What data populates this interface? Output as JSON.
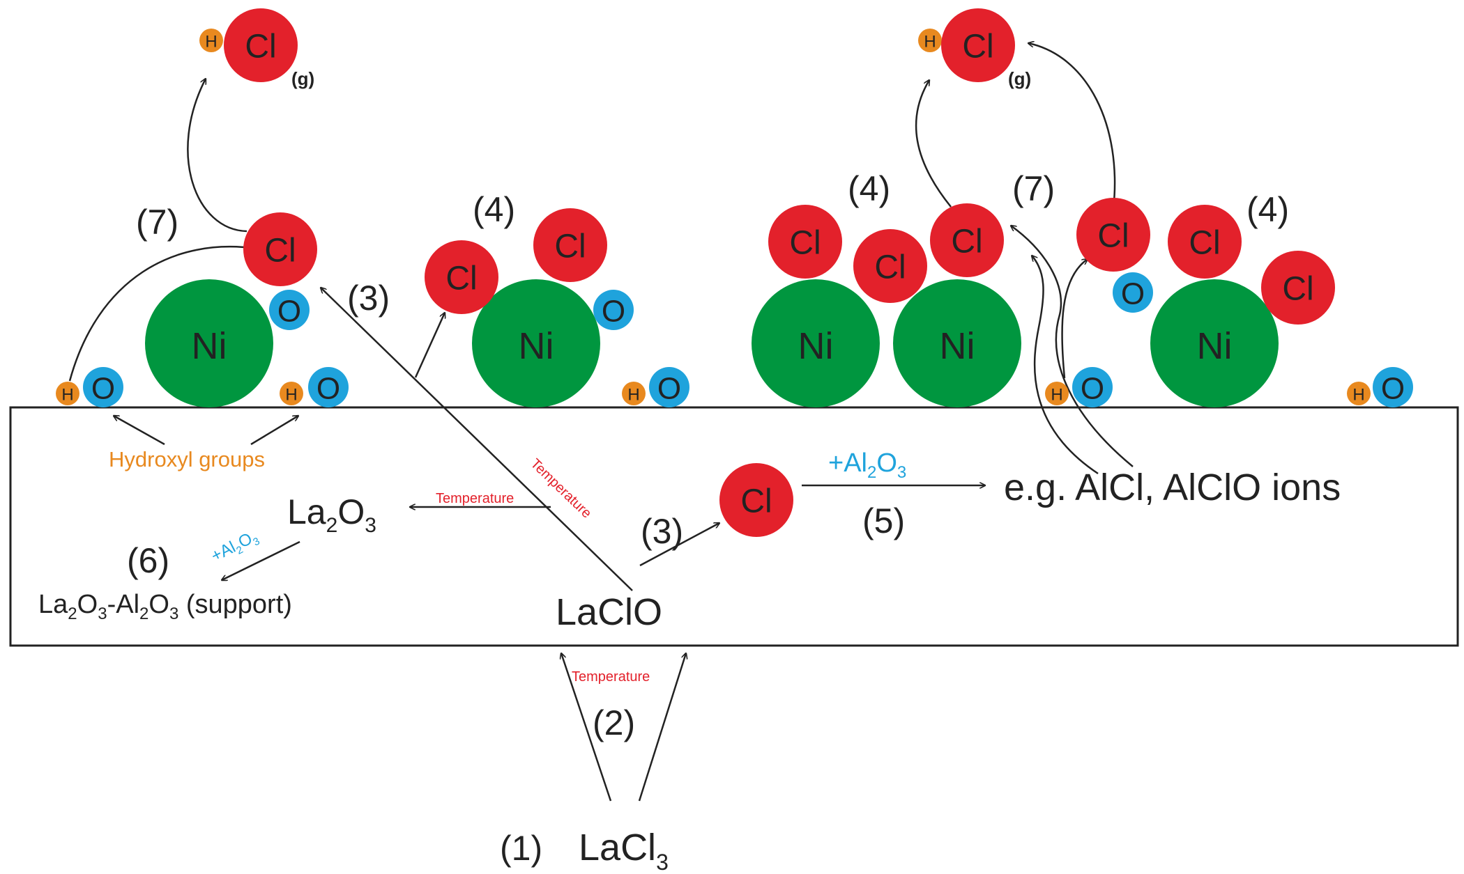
{
  "atoms": {
    "h": "H",
    "o": "O",
    "cl": "Cl",
    "ni": "Ni",
    "gas": "(g)"
  },
  "steps": {
    "s1": "(1)",
    "s2": "(2)",
    "s3": "(3)",
    "s4": "(4)",
    "s5": "(5)",
    "s6": "(6)",
    "s7": "(7)"
  },
  "labels": {
    "hydroxyl": "Hydroxyl groups",
    "temperature": "Temperature",
    "lacl3_base": "LaCl",
    "lacl3_sub": "3",
    "laclo": "LaClO",
    "la2o3": {
      "a": "La",
      "b": "2",
      "c": "O",
      "d": "3"
    },
    "plus_al2o3_a": "+Al",
    "plus_al2o3_b": "2",
    "plus_al2o3_c": "O",
    "plus_al2o3_d": "3",
    "support": {
      "a": "La",
      "b": "2",
      "c": "O",
      "d": "3",
      "e": "-Al",
      "f": "2",
      "g": "O",
      "h": "3",
      "i": " (support)"
    },
    "ions": "e.g. AlCl, AlClO ions"
  },
  "colors": {
    "cl": "#e3212b",
    "ni": "#00963f",
    "o": "#1fa3dc",
    "h": "#e8891f",
    "hydroxyl_label": "#e8891f",
    "temperature": "#e3212b",
    "al2o3": "#1fa3dc",
    "text": "#222222"
  }
}
